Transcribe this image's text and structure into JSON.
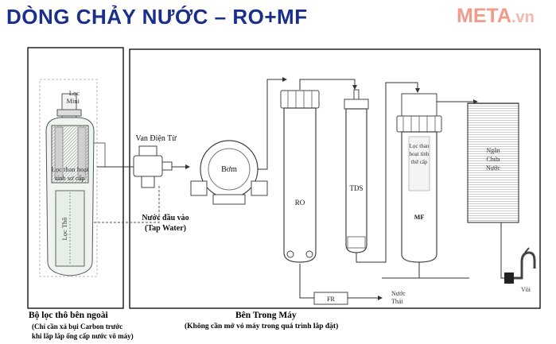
{
  "title": "DÒNG CHẢY NƯỚC – RO+MF",
  "brand": {
    "name": "META",
    "suffix": ".vn",
    "color": "#f29a8c"
  },
  "external": {
    "caption": "Bộ lọc thô bên ngoài",
    "note_line1": "(Chỉ cần xả bụi Carbon trước",
    "note_line2": "khi lắp lắp ống cấp nước vô máy)",
    "loc_mini_1": "Lọc",
    "loc_mini_2": "Mini",
    "carbon_1": "Lọc than hoạt",
    "carbon_2": "tính sơ cấp",
    "coarse": "Lọc Thô"
  },
  "internal": {
    "caption": "Bên Trong Máy",
    "note": "(Không cần mở vỏ máy trong quá trình lắp đặt)"
  },
  "components": {
    "valve": "Van Điện Từ",
    "pump": "Bơm",
    "inlet_1": "Nước đầu vào",
    "inlet_2": "(Tap Water)",
    "ro": "RO",
    "tds": "TDS",
    "mf_1": "Lọc than",
    "mf_2": "hoạt tính",
    "mf_3": "thứ cấp",
    "mf": "MF",
    "tank_1": "Ngăn",
    "tank_2": "Chứa",
    "tank_3": "Nước",
    "fr": "FR",
    "waste_1": "Nước",
    "waste_2": "Thải",
    "faucet": "Vòi"
  },
  "colors": {
    "title": "#1a2f8a",
    "line": "#333333",
    "accent": "#f29a8c"
  }
}
